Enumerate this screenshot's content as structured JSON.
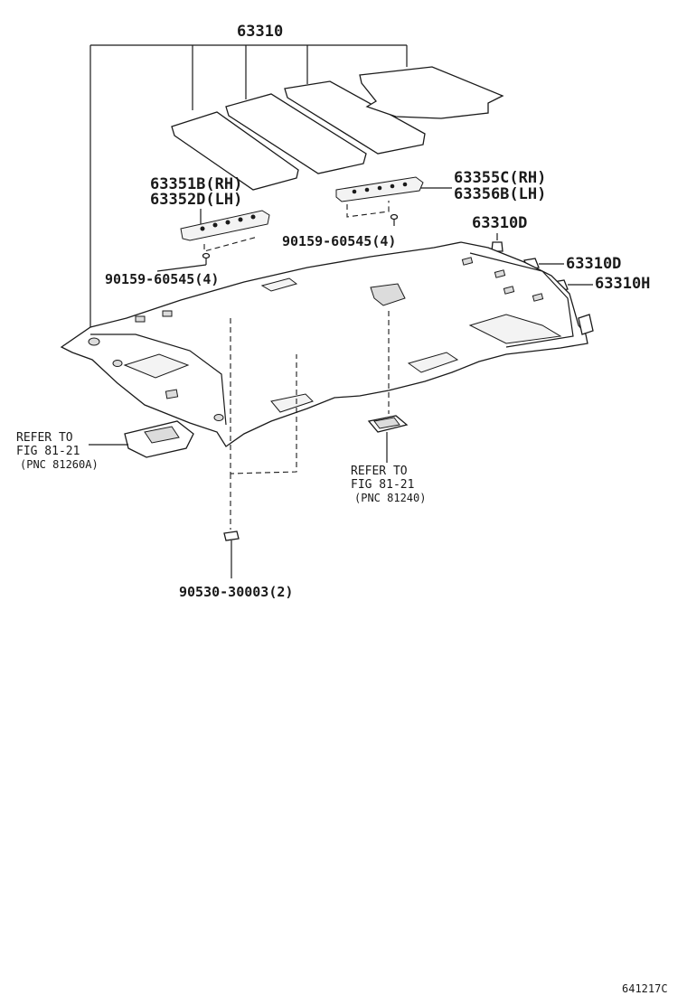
{
  "parts": {
    "headliner_assy": "63310",
    "sunvisor_holder_rh": "63351B(RH)",
    "sunvisor_holder_lh": "63352D(LH)",
    "assist_grip_rh": "63355C(RH)",
    "assist_grip_lh": "63356B(LH)",
    "screw_left": "90159-60545(4)",
    "screw_right": "90159-60545(4)",
    "clip_1": "63310D",
    "clip_2": "63310D",
    "clip_3": "63310H",
    "clip_bottom": "90530-30003(2)"
  },
  "refs": {
    "left_line1": "REFER TO",
    "left_line2": "FIG 81-21",
    "left_line3": "(PNC 81260A)",
    "right_line1": "REFER TO",
    "right_line2": "FIG 81-21",
    "right_line3": "(PNC 81240)"
  },
  "figure_code": "641217C"
}
